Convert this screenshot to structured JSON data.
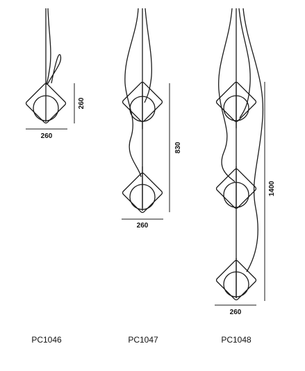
{
  "colors": {
    "line": "#1a1a1a",
    "text": "#111111",
    "background": "#ffffff"
  },
  "products": [
    {
      "code": "PC1046",
      "pendants": 1,
      "width_label": "260",
      "height_label": "260"
    },
    {
      "code": "PC1047",
      "pendants": 2,
      "width_label": "260",
      "height_label": "830"
    },
    {
      "code": "PC1048",
      "pendants": 3,
      "width_label": "260",
      "height_label": "1400"
    }
  ]
}
